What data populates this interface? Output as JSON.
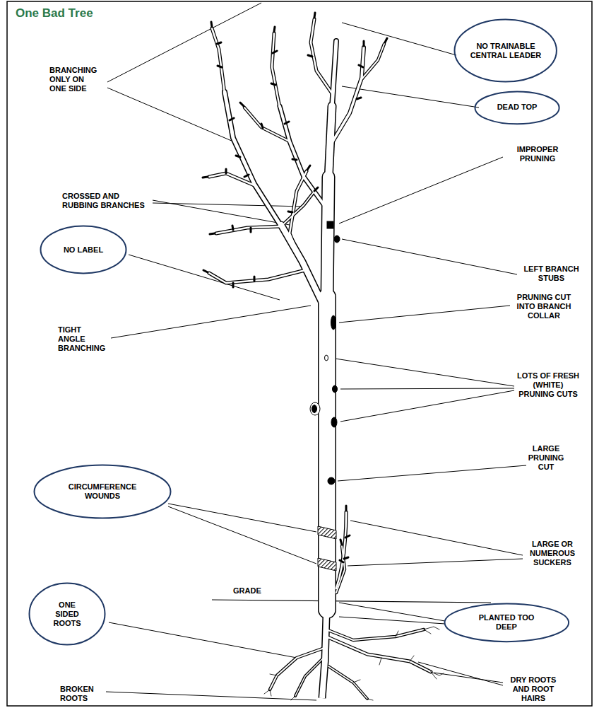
{
  "diagram": {
    "title": "One Bad Tree",
    "nodes": [
      {
        "text": [
          "NO TRAINABLE CENTRAL LEADER"
        ]
      },
      {
        "text": [
          "DEAD TOP"
        ]
      },
      {
        "text": [
          "NO LABEL"
        ]
      },
      {
        "text": [
          "CIRCUMFERENCE WOUNDS"
        ]
      },
      {
        "text": [
          "ONE SIDED ROOTS"
        ]
      },
      {
        "text": [
          "PLANTED TOO DEEP"
        ]
      }
    ],
    "labels": [
      "BRANCHING ONLY ON ONE SIDE",
      "IMPROPER PRUNING",
      "CROSSED AND RUBBING BRANCHES",
      "LEFT BRANCH STUBS",
      "PRUNING CUT INTO BRANCH COLLAR",
      "TIGHT ANGLE BRANCHING",
      "LOTS OF FRESH (WHITE) PRUNING CUTS",
      "LARGE PRUNING CUT",
      "LARGE OR NUMEROUS SUCKERS",
      "GRADE",
      "DRY ROOTS AND ROOT HAIRS",
      "BROKEN ROOTS"
    ]
  }
}
